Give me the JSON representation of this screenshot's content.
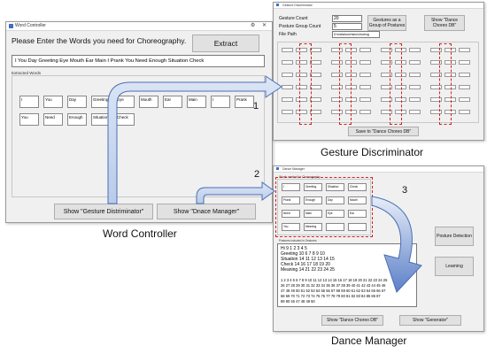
{
  "word_controller": {
    "title": "Word Controller",
    "prompt": "Please Enter the Words you need for Choreography.",
    "extract_label": "Extract",
    "sentence": "I You Day Greeting Eye Mouth Ear Main I Prank You Need Enough Situation Check",
    "extracted_label": "Extracted Words",
    "words_row1": [
      "I",
      "You",
      "Day",
      "Greeting",
      "Eye",
      "Mouth",
      "Ear",
      "Main",
      "I",
      "Prank"
    ],
    "words_row2": [
      "You",
      "Need",
      "Enough",
      "Situation",
      "Check"
    ],
    "show_gesture_label": "Show \"Gesture Distriminator\"",
    "show_dance_label": "Show \"Dnace Manager\""
  },
  "gesture_discriminator": {
    "title": "Gesture Discriminator",
    "gesture_count_label": "Gesture Count",
    "gesture_count": "20",
    "posture_group_label": "Posture Group Count",
    "posture_group_count": "5",
    "file_path_label": "File Path",
    "file_path": "D:\\meta\\univ\\siru\\choreog",
    "gesture_group_label": "Gestures as a Group of Postures",
    "show_choreo_label": "Show \"Dance Choreo DB\"",
    "save_label": "Save to \"Dance Choreo DB\""
  },
  "dance_manager": {
    "title": "Dance Manager",
    "words_section_label": "Words needed for Choreography",
    "words": [
      "I",
      "Greeting",
      "Situation",
      "Check",
      "Prank",
      "Enough",
      "Day",
      "Mouth",
      "Need",
      "Main",
      "Eye",
      "Ear",
      "You",
      "Meaning",
      "",
      ""
    ],
    "postures_label": "Postures included in Gestures",
    "postures_lines": [
      "Hi 9 1 2 3 4 5",
      "Greeting 10 6 7 8 9 10",
      "Situation 14 11 12 13 14 15",
      "Check 14 16 17 18 19 20",
      "Meaning 14 21 22 23 24 25",
      "",
      "1 2 3 4 5 6 7 8 9 10 11 12 13 14 15 16 17 18 19 20 21 22 23 24 25",
      "26 27 28 29 30 31 32 33 34 35 36 37 38 39 40 41 42 43 44 45 46",
      "47 48 49 50 51 52 53 54 55 56 57 58 59 60 61 62 63 64 65 66 67",
      "68 69 70 71 72 73 74 75 76 77 78 79 80 81 82 83 84 85 86 87",
      "89 90 46 47 48 49 50"
    ],
    "posture_detection_label": "Posture Detection",
    "learning_label": "Learning",
    "show_choreo_label": "Show \"Dance Choreo DB\"",
    "show_generator_label": "Show \"Generator\""
  },
  "captions": {
    "word_controller": "Word Controller",
    "gesture_discriminator": "Gesture Discriminator",
    "dance_manager": "Dance Manager"
  },
  "step_numbers": {
    "one": "1",
    "two": "2",
    "three": "3"
  },
  "colors": {
    "arrow_fill_light": "#dbe5f5",
    "arrow_fill_dark": "#5b7fc8",
    "arrow_stroke": "#4a6fb5",
    "dashed_highlight": "#d62020",
    "window_bg": "#f0f0f0"
  }
}
